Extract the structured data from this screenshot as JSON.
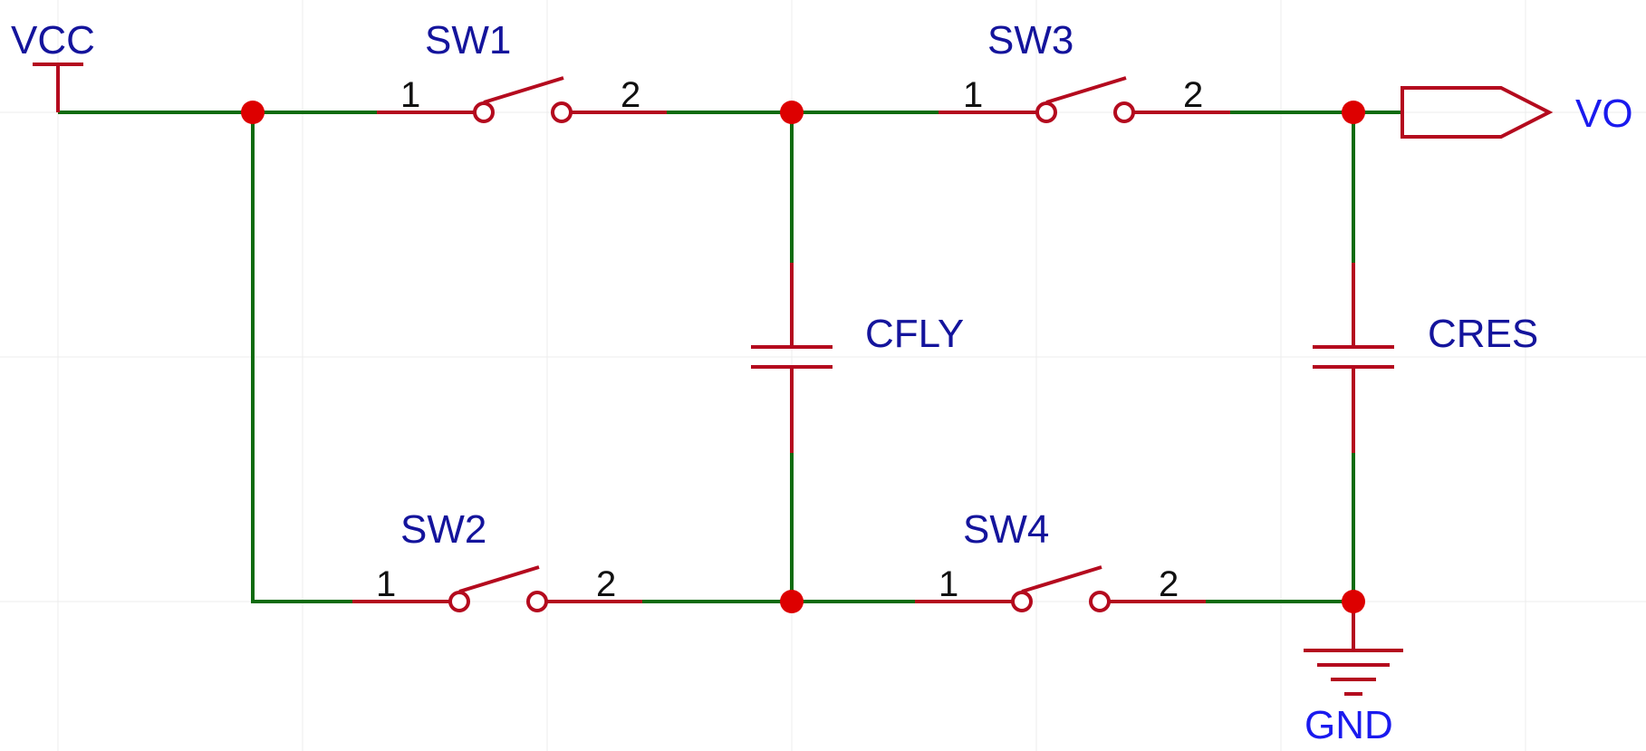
{
  "nets": {
    "vcc": "VCC",
    "vo": "VO",
    "gnd": "GND"
  },
  "components": {
    "sw1": {
      "ref": "SW1",
      "pin1": "1",
      "pin2": "2"
    },
    "sw2": {
      "ref": "SW2",
      "pin1": "1",
      "pin2": "2"
    },
    "sw3": {
      "ref": "SW3",
      "pin1": "1",
      "pin2": "2"
    },
    "sw4": {
      "ref": "SW4",
      "pin1": "1",
      "pin2": "2"
    },
    "cfly": {
      "ref": "CFLY"
    },
    "cres": {
      "ref": "CRES"
    }
  },
  "colors": {
    "wire": "#0e6b0e",
    "component": "#b40a1e",
    "junction": "#dd0000",
    "designator": "#14149c",
    "net_label": "#1a1aee"
  }
}
